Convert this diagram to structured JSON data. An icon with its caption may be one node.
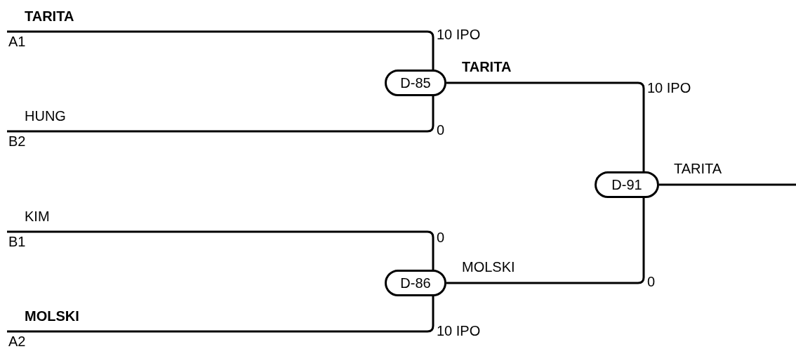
{
  "diagram": {
    "nodes": [
      {
        "text": [
          "**TARITA**"
        ],
        "beside": [
          "A1"
        ]
      },
      {
        "text": [
          "HUNG"
        ],
        "beside": [
          "B2"
        ]
      },
      {
        "text": [
          "KIM"
        ],
        "beside": [
          "B1"
        ]
      },
      {
        "text": [
          "**MOLSKI**"
        ],
        "beside": [
          "A2"
        ]
      },
      {
        "text": [
          "D-85"
        ]
      },
      {
        "text": [
          "D-86"
        ]
      },
      {
        "text": [
          "D-91"
        ]
      }
    ],
    "edges": [
      {
        "from": 0,
        "to": 4,
        "arrow": "none"
      },
      {
        "from": 1,
        "to": 4,
        "arrow": "none"
      },
      {
        "from": 2,
        "to": 5,
        "arrow": "none"
      },
      {
        "from": 3,
        "to": 5,
        "arrow": "none"
      },
      {
        "from": 4,
        "to": 6,
        "arrow": "none",
        "label": "**TARITA**"
      },
      {
        "from": 5,
        "to": 6,
        "arrow": "none",
        "label": "MOLSKI"
      },
      {
        "from": 6,
        "to": null,
        "arrow": "none",
        "label": "TARITA"
      }
    ],
    "labels": [
      "10 IPO",
      "10 IPO",
      "0",
      "0",
      "0",
      "10 IPO"
    ]
  }
}
